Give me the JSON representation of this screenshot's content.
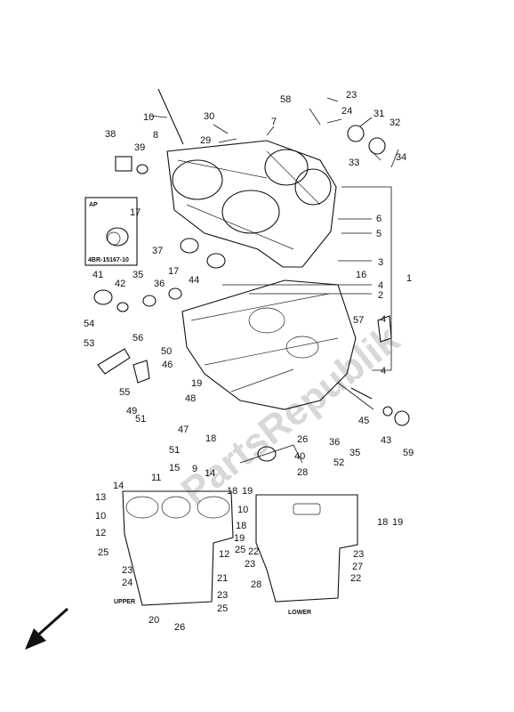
{
  "diagram": {
    "box_label": "AP",
    "box_part_number": "4BR-15167-10",
    "upper_label": "UPPER",
    "lower_label": "LOWER",
    "watermark": "PartsRepublik"
  },
  "callouts": [
    "1",
    "2",
    "3",
    "4",
    "4",
    "4",
    "5",
    "6",
    "7",
    "8",
    "9",
    "10",
    "10",
    "10",
    "11",
    "12",
    "12",
    "13",
    "14",
    "14",
    "15",
    "16",
    "17",
    "17",
    "18",
    "18",
    "18",
    "18",
    "19",
    "19",
    "19",
    "19",
    "20",
    "21",
    "22",
    "22",
    "23",
    "23",
    "23",
    "23",
    "23",
    "24",
    "24",
    "25",
    "25",
    "25",
    "26",
    "26",
    "27",
    "28",
    "28",
    "29",
    "30",
    "31",
    "32",
    "33",
    "34",
    "35",
    "35",
    "36",
    "36",
    "37",
    "38",
    "39",
    "40",
    "41",
    "42",
    "43",
    "44",
    "45",
    "46",
    "47",
    "48",
    "49",
    "50",
    "51",
    "51",
    "52",
    "53",
    "54",
    "55",
    "56",
    "57",
    "58",
    "59"
  ]
}
